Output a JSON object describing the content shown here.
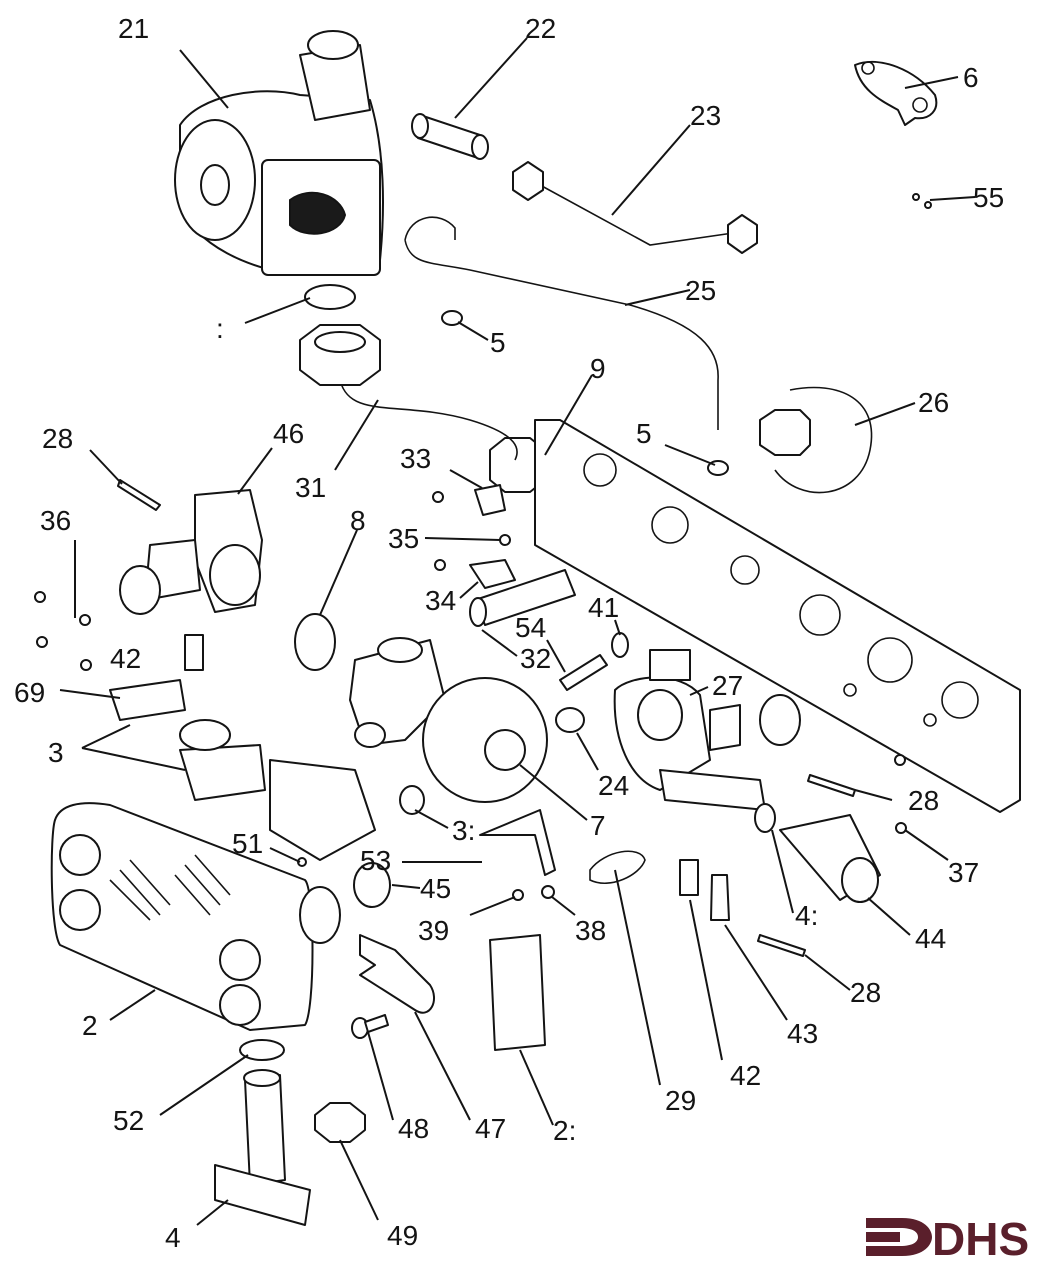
{
  "colors": {
    "line": "#141414",
    "background": "#ffffff",
    "logo": "#5a1f2b"
  },
  "logo": {
    "text": "DHS"
  },
  "labels": {
    "l21": "21",
    "l22": "22",
    "l23": "23",
    "l6": "6",
    "l55": "55",
    "l25": "25",
    "l5a": "5",
    "l9": "9",
    "l26": "26",
    "l28a": "28",
    "l46": "46",
    "l31": "31",
    "l33": "33",
    "l5b": "5",
    "l36": "36",
    "l8": "8",
    "l35": "35",
    "l34": "34",
    "l41": "41",
    "l54": "54",
    "l42a": "42",
    "l32": "32",
    "l69": "69",
    "l27": "27",
    "l3a": "3",
    "l24": "24",
    "l28b": "28",
    "l3b": "3:",
    "l7": "7",
    "l51": "51",
    "l37": "37",
    "l53": "53",
    "l45": "45",
    "l4a": "4:",
    "l44": "44",
    "l39": "39",
    "l38": "38",
    "l28c": "28",
    "l2a": "2",
    "l43": "43",
    "l42b": "42",
    "l29": "29",
    "l52": "52",
    "l48": "48",
    "l47": "47",
    "l2b": "2:",
    "l4b": "4",
    "l49": "49",
    "l1": ":"
  }
}
